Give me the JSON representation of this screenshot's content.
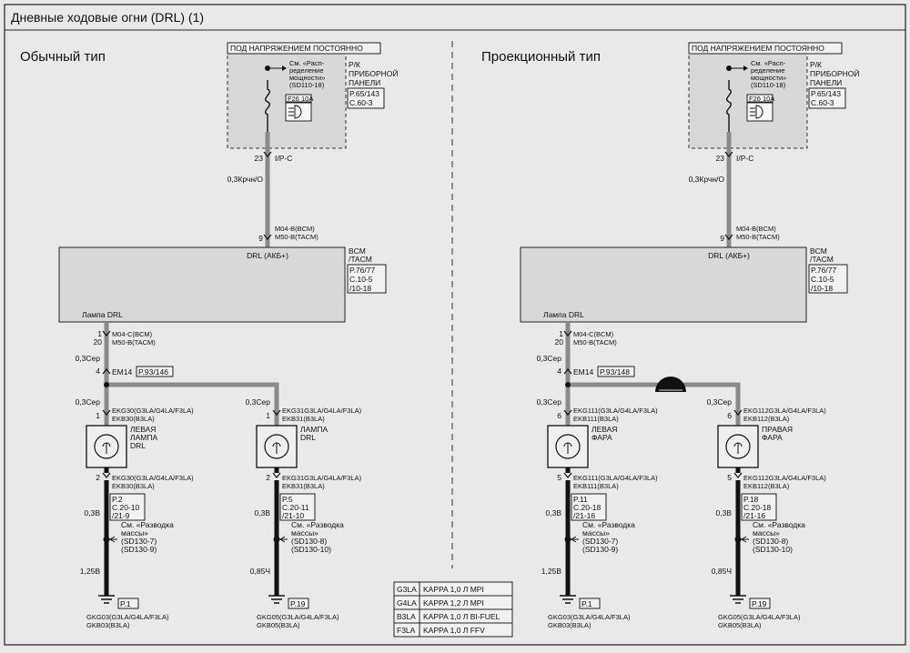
{
  "title": "Дневные ходовые огни (DRL) (1)",
  "sections": {
    "left": {
      "heading": "Обычный тип",
      "fuse_box_caption": "ПОД НАПРЯЖЕНИЕМ ПОСТОЯННО",
      "see_lines": [
        "См. «Расп-",
        "ределение",
        "мощности»",
        "(SD110-18)"
      ],
      "fuse_label": "F26 10A",
      "panel_lines": [
        "Р/К",
        "ПРИБОРНОЙ",
        "ПАНЕЛИ"
      ],
      "panel_ref": [
        "P.65/143",
        "C.60-3"
      ],
      "pin23": "23",
      "conn_ip": "I/P-C",
      "wire_top": "0,3Крчн/О",
      "conn_bcm_lines": [
        "M04-B(BCM)",
        "M50-B(TACM)"
      ],
      "pin9": "9",
      "module_signal": "DRL (АКБ+)",
      "module_name": [
        "BCM",
        "/TACM"
      ],
      "module_ref": [
        "P.76/77",
        "C.10-5",
        "/10-18"
      ],
      "lamp_label": "Лампа DRL",
      "pin1": "1",
      "pin20": "20",
      "conn_out_lines": [
        "M04-C(BCM)",
        "M50-B(TACM)"
      ],
      "wire_grey": "0,3Сер",
      "pin4": "4",
      "em": "EM14",
      "em_ref": "P.93/146",
      "branch_a": {
        "wire": "0,3Сер",
        "pin_top": "1",
        "conn_top": [
          "EKG30(G3LA/G4LA/F3LA)",
          "EKB30(B3LA)"
        ],
        "lamp": [
          "ЛЕВАЯ",
          "ЛАМПА",
          "DRL"
        ],
        "pin_bot": "2",
        "conn_bot": [
          "EKG30(G3LA/G4LA/F3LA)",
          "EKB30(B3LA)"
        ],
        "ref": [
          "P.2",
          "C.20-10",
          "/21-9"
        ],
        "wire_black": "0,3В",
        "ground_see": [
          "См. «Разводка",
          "массы»",
          "(SD130-7)",
          "(SD130-9)"
        ],
        "wire_thick": "1,25В",
        "ground_ref": "P.1",
        "ground_name": [
          "GKG03(G3LA/G4LA/F3LA)",
          "GKB03(B3LA)"
        ]
      },
      "branch_b": {
        "wire": "0,3Сер",
        "pin_top": "1",
        "conn_top": [
          "EKG31G3LA/G4LA/F3LA)",
          "EKB31(B3LA)"
        ],
        "lamp": [
          "ЛАМПА",
          "DRL"
        ],
        "pin_bot": "2",
        "conn_bot": [
          "EKG31G3LA/G4LA/F3LA)",
          "EKB31(B3LA)"
        ],
        "ref": [
          "P.5",
          "C.20-11",
          "/21-10"
        ],
        "wire_black": "0,3В",
        "ground_see": [
          "См. «Разводка",
          "массы»",
          "(SD130-8)",
          "(SD130-10)"
        ],
        "wire_thick": "0,85Ч",
        "ground_ref": "P.19",
        "ground_name": [
          "GKG05(G3LA/G4LA/F3LA)",
          "GKB05(B3LA)"
        ]
      }
    },
    "right": {
      "heading": "Проекционный тип",
      "fuse_box_caption": "ПОД НАПРЯЖЕНИЕМ ПОСТОЯННО",
      "see_lines": [
        "См. «Расп-",
        "ределение",
        "мощности»",
        "(SD110-18)"
      ],
      "fuse_label": "F26 10A",
      "panel_lines": [
        "Р/К",
        "ПРИБОРНОЙ",
        "ПАНЕЛИ"
      ],
      "panel_ref": [
        "P.65/143",
        "C.60-3"
      ],
      "pin23": "23",
      "conn_ip": "I/P-C",
      "wire_top": "0,3Крчн/О",
      "conn_bcm_lines": [
        "M04-B(BCM)",
        "M50-B(TACM)"
      ],
      "pin9": "9",
      "module_signal": "DRL (АКБ+)",
      "module_name": [
        "BCM",
        "/TACM"
      ],
      "module_ref": [
        "P.76/77",
        "C.10-5",
        "/10-18"
      ],
      "lamp_label": "Лампа DRL",
      "pin1": "1",
      "pin20": "20",
      "conn_out_lines": [
        "M04-C(BCM)",
        "M50-B(TACM)"
      ],
      "wire_grey": "0,3Сер",
      "pin4": "4",
      "em": "EM14",
      "em_ref": "P.93/148",
      "branch_a": {
        "wire": "0,3Сер",
        "pin_top": "6",
        "conn_top": [
          "EKG111(G3LA/G4LA/F3LA)",
          "EKB111(B3LA)"
        ],
        "lamp": [
          "ЛЕВАЯ",
          "ФАРА"
        ],
        "pin_bot": "5",
        "conn_bot": [
          "EKG111(G3LA/G4LA/F3LA)",
          "EKB111(B3LA)"
        ],
        "ref": [
          "P.11",
          "C.20-18",
          "/21-16"
        ],
        "wire_black": "0,3В",
        "ground_see": [
          "См. «Разводка",
          "массы»",
          "(SD130-7)",
          "(SD130-9)"
        ],
        "wire_thick": "1,25В",
        "ground_ref": "P.1",
        "ground_name": [
          "GKG03(G3LA/G4LA/F3LA)",
          "GKB03(B3LA)"
        ]
      },
      "branch_b": {
        "wire": "0,3Сер",
        "pin_top": "6",
        "conn_top": [
          "EKG112G3LA/G4LA/F3LA)",
          "EKB112(B3LA)"
        ],
        "lamp": [
          "ПРАВАЯ",
          "ФАРА"
        ],
        "pin_bot": "5",
        "conn_bot": [
          "EKG112G3LA/G4LA/F3LA)",
          "EKB112(B3LA)"
        ],
        "ref": [
          "P.18",
          "C.20-18",
          "/21-16"
        ],
        "wire_black": "0,3В",
        "ground_see": [
          "См. «Разводка",
          "массы»",
          "(SD130-8)",
          "(SD130-10)"
        ],
        "wire_thick": "0,85Ч",
        "ground_ref": "P.19",
        "ground_name": [
          "GKG05(G3LA/G4LA/F3LA)",
          "GKB05(B3LA)"
        ]
      }
    }
  },
  "legend": [
    {
      "code": "G3LA",
      "desc": "KAPPA 1,0 Л MPI"
    },
    {
      "code": "G4LA",
      "desc": "KAPPA 1,2 Л MPI"
    },
    {
      "code": "B3LA",
      "desc": "KAPPA 1,0 Л BI-FUEL"
    },
    {
      "code": "F3LA",
      "desc": "KAPPA 1,0 Л FFV"
    }
  ],
  "colors": {
    "grey_wire": "#8a8a8a",
    "black_wire": "#111111",
    "dashed_fill": "#d8d8d8",
    "background": "#e9e9e9"
  }
}
